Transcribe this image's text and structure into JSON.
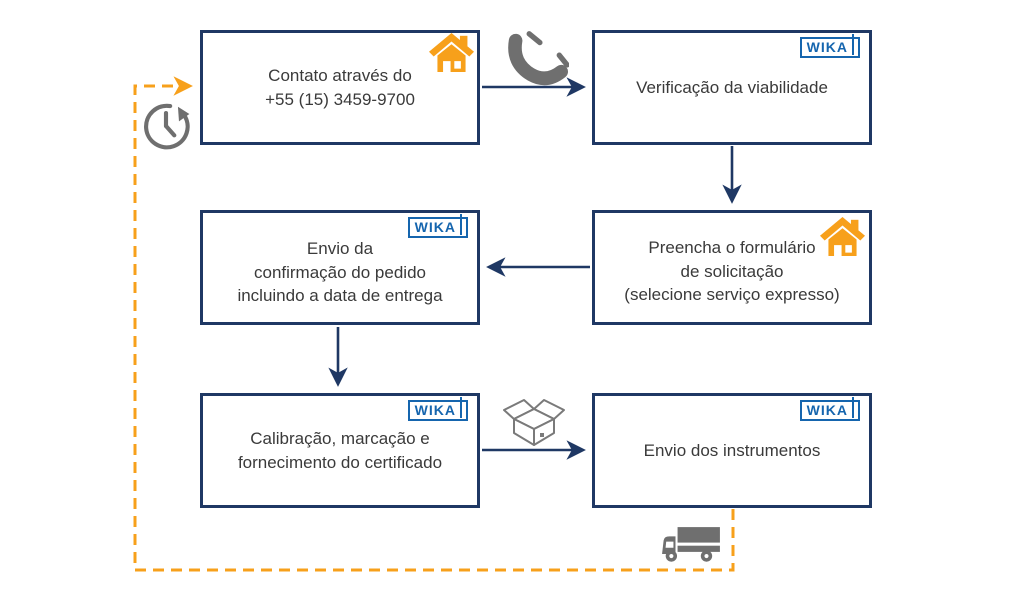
{
  "diagram": {
    "type": "flowchart",
    "language": "pt-BR",
    "topic": "Processo de servico expresso de calibracao WIKA"
  },
  "colors": {
    "box_border_navy": "#1f3864",
    "arrow_navy": "#1f3864",
    "loop_dashed_orange": "#f7a01b",
    "house_orange": "#f7a01b",
    "icon_gray": "#6f6f6f",
    "wika_logo_blue": "#1565ae",
    "text": "#3a3a3a",
    "background": "#ffffff"
  },
  "logos": {
    "wika": "WIKA"
  },
  "boxes": [
    {
      "id": "contact",
      "badge": "home-icon",
      "lines": [
        "Contato através do",
        "+55 (15) 3459-9700"
      ]
    },
    {
      "id": "feasibility",
      "badge": "wika-logo",
      "lines": [
        "Verificação da viabilidade"
      ]
    },
    {
      "id": "confirmation",
      "badge": "wika-logo",
      "lines": [
        "Envio da",
        "confirmação do pedido",
        "incluindo a data de entrega"
      ]
    },
    {
      "id": "form",
      "badge": "home-icon",
      "lines": [
        "Preencha o formulário",
        "de solicitação",
        "(selecione serviço expresso)"
      ]
    },
    {
      "id": "calibration",
      "badge": "wika-logo",
      "lines": [
        "Calibração, marcação e",
        "fornecimento do certificado"
      ]
    },
    {
      "id": "shipping",
      "badge": "wika-logo",
      "lines": [
        "Envio dos instrumentos"
      ]
    }
  ],
  "flow": [
    {
      "from": "contact",
      "to": "feasibility",
      "style": "solid-arrow",
      "icon": "phone-icon"
    },
    {
      "from": "feasibility",
      "to": "form",
      "style": "solid-arrow"
    },
    {
      "from": "form",
      "to": "confirmation",
      "style": "solid-arrow"
    },
    {
      "from": "confirmation",
      "to": "calibration",
      "style": "solid-arrow"
    },
    {
      "from": "calibration",
      "to": "shipping",
      "style": "solid-arrow",
      "icon": "package-icon"
    },
    {
      "from": "shipping",
      "to": "contact",
      "style": "dashed-orange-loop",
      "icons": [
        "truck-icon",
        "clock-icon"
      ]
    }
  ]
}
